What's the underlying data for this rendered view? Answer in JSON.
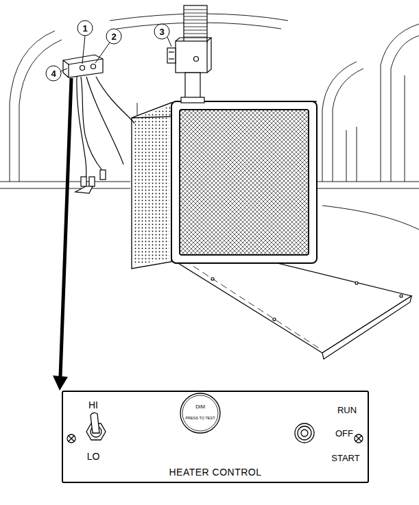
{
  "diagram": {
    "nodes": [
      {
        "text": [
          "HEATER CONTROL"
        ]
      }
    ],
    "labels": [
      "1",
      "2",
      "3",
      "4",
      "HI",
      "LO",
      "DIM",
      "PRESS TO TEST",
      "RUN",
      "OFF",
      "START"
    ]
  }
}
